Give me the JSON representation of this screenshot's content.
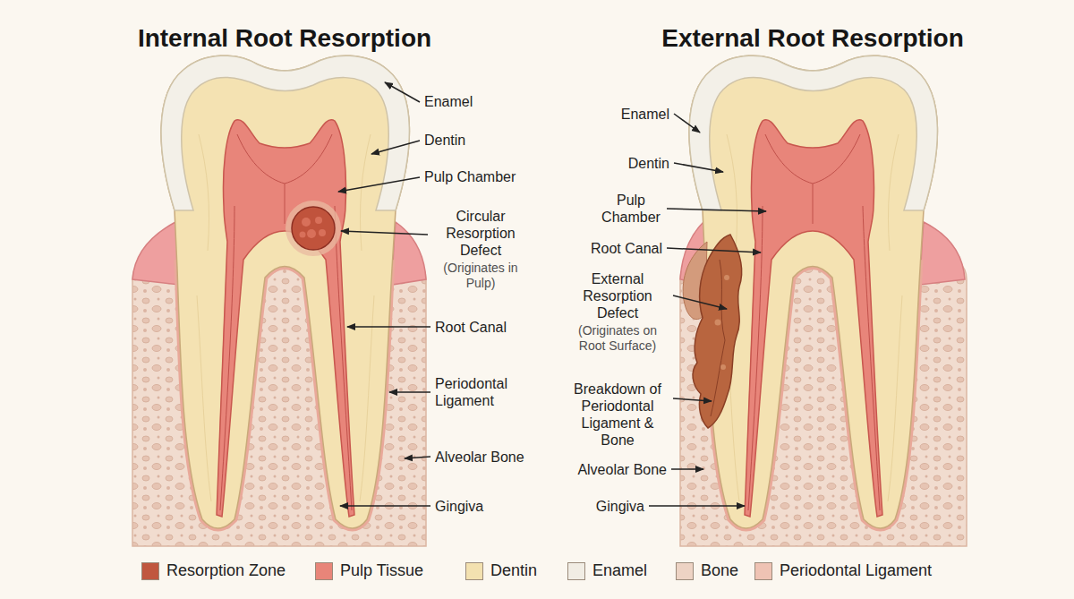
{
  "diagram": {
    "labels": [
      "Internal Root Resorption",
      "Enamel",
      "Dentin",
      "Pulp Chamber",
      "Circular Resorption Defect",
      "(Originates in Pulp)",
      "Root Canal",
      "Periodontal Ligament",
      "Alveolar Bone",
      "Gingiva",
      "External Root Resorption",
      "Enamel",
      "Dentin",
      "Pulp Chamber",
      "Root Canal",
      "External Resorption Defect",
      "(Originates on Root Surface)",
      "Breakdown of Periodontal Ligament & Bone",
      "Alveolar Bone",
      "Gingiva"
    ],
    "legend": [
      {
        "text": "Resorption Zone",
        "color": "#c0573f"
      },
      {
        "text": "Pulp Tissue",
        "color": "#e88579"
      },
      {
        "text": "Dentin",
        "color": "#f3e1b0"
      },
      {
        "text": "Enamel",
        "color": "#f1ede4"
      },
      {
        "text": "Bone",
        "color": "#edd3c4"
      },
      {
        "text": "Periodontal Ligament",
        "color": "#efc3b4"
      }
    ]
  }
}
